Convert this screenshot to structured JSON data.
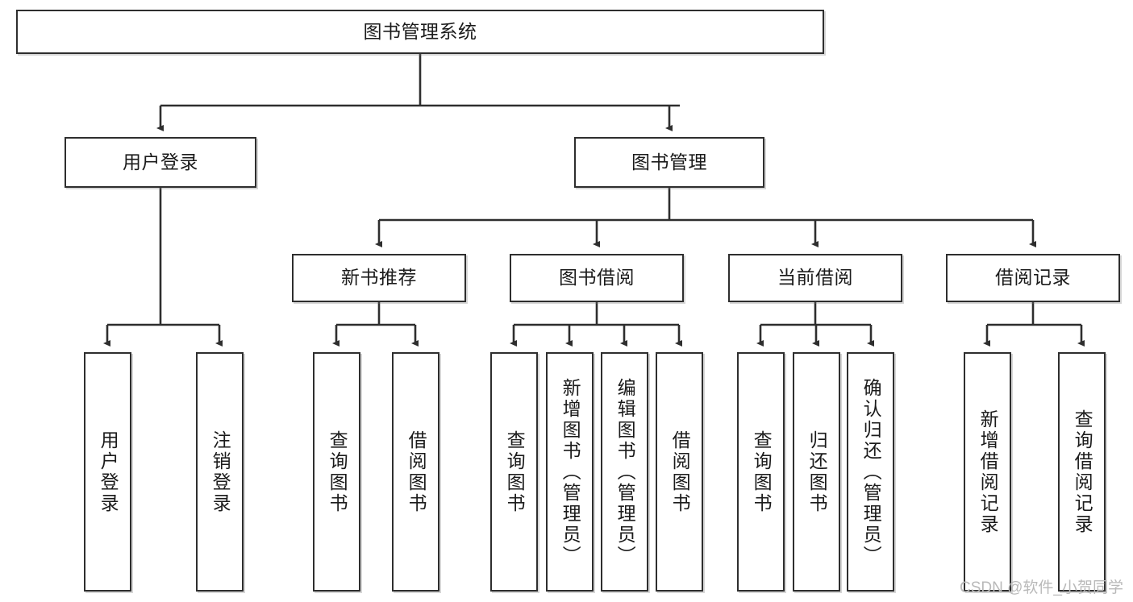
{
  "diagram": {
    "title": "图书管理系统",
    "type": "hierarchy-tree",
    "orientation": "top-down",
    "colors": {
      "box_border": "#2e2e2e",
      "box_fill": "#ffffff",
      "connector": "#2e2e2e",
      "text": "#1b1b1b",
      "watermark": "#b9b9b9"
    },
    "root": {
      "id": "root",
      "label": "图书管理系统"
    },
    "level1": [
      {
        "id": "user-login",
        "label": "用户登录"
      },
      {
        "id": "book-manage",
        "label": "图书管理"
      }
    ],
    "level2": [
      {
        "id": "new-book-rec",
        "label": "新书推荐",
        "parent": "book-manage"
      },
      {
        "id": "book-borrow",
        "label": "图书借阅",
        "parent": "book-manage"
      },
      {
        "id": "current-borrow",
        "label": "当前借阅",
        "parent": "book-manage"
      },
      {
        "id": "borrow-record",
        "label": "借阅记录",
        "parent": "book-manage"
      }
    ],
    "leaves": [
      {
        "id": "leaf-user-login",
        "label": "用户登录",
        "parent": "user-login"
      },
      {
        "id": "leaf-logout",
        "label": "注销登录",
        "parent": "user-login"
      },
      {
        "id": "leaf-query-book-1",
        "label": "查询图书",
        "parent": "new-book-rec"
      },
      {
        "id": "leaf-borrow-book-1",
        "label": "借阅图书",
        "parent": "new-book-rec"
      },
      {
        "id": "leaf-query-book-2",
        "label": "查询图书",
        "parent": "book-borrow"
      },
      {
        "id": "leaf-add-book",
        "label": "新增图书（管理员）",
        "parent": "book-borrow"
      },
      {
        "id": "leaf-edit-book",
        "label": "编辑图书（管理员）",
        "parent": "book-borrow"
      },
      {
        "id": "leaf-borrow-book-2",
        "label": "借阅图书",
        "parent": "book-borrow"
      },
      {
        "id": "leaf-query-book-3",
        "label": "查询图书",
        "parent": "current-borrow"
      },
      {
        "id": "leaf-return-book",
        "label": "归还图书",
        "parent": "current-borrow"
      },
      {
        "id": "leaf-confirm-return",
        "label": "确认归还（管理员）",
        "parent": "current-borrow"
      },
      {
        "id": "leaf-add-record",
        "label": "新增借阅记录",
        "parent": "borrow-record"
      },
      {
        "id": "leaf-query-record",
        "label": "查询借阅记录",
        "parent": "borrow-record"
      }
    ]
  },
  "watermark": {
    "text": "CSDN @软件_小贺同学"
  }
}
